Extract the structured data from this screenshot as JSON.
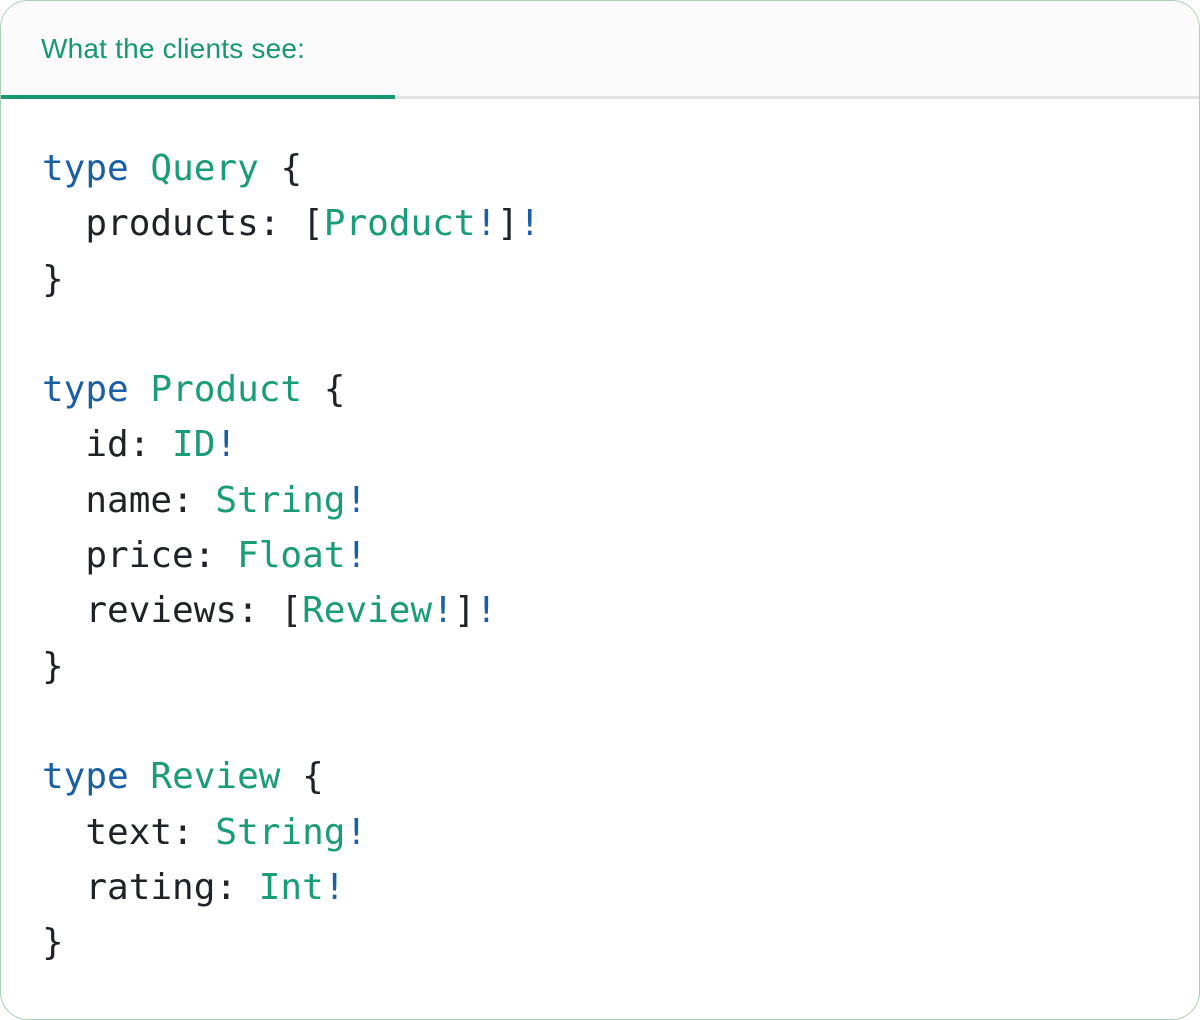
{
  "colors": {
    "accent": "#169873",
    "keyword": "#1a5fa5",
    "type": "#199c77",
    "bang": "#1a5fa5",
    "text": "#1f2328",
    "header_bg": "#fbfbfb",
    "divider": "#e3e3e3",
    "card_border": "#a9cfb4"
  },
  "tab": {
    "label": "What the clients see:"
  },
  "code": {
    "lines": [
      [
        [
          "kw",
          "type"
        ],
        [
          "plain",
          " "
        ],
        [
          "type",
          "Query"
        ],
        [
          "plain",
          " {"
        ]
      ],
      [
        [
          "plain",
          "  products: ["
        ],
        [
          "type",
          "Product"
        ],
        [
          "bang",
          "!"
        ],
        [
          "plain",
          "]"
        ],
        [
          "bang",
          "!"
        ]
      ],
      [
        [
          "plain",
          "}"
        ]
      ],
      [],
      [
        [
          "kw",
          "type"
        ],
        [
          "plain",
          " "
        ],
        [
          "type",
          "Product"
        ],
        [
          "plain",
          " {"
        ]
      ],
      [
        [
          "plain",
          "  id: "
        ],
        [
          "type",
          "ID"
        ],
        [
          "bang",
          "!"
        ]
      ],
      [
        [
          "plain",
          "  name: "
        ],
        [
          "type",
          "String"
        ],
        [
          "bang",
          "!"
        ]
      ],
      [
        [
          "plain",
          "  price: "
        ],
        [
          "type",
          "Float"
        ],
        [
          "bang",
          "!"
        ]
      ],
      [
        [
          "plain",
          "  reviews: ["
        ],
        [
          "type",
          "Review"
        ],
        [
          "bang",
          "!"
        ],
        [
          "plain",
          "]"
        ],
        [
          "bang",
          "!"
        ]
      ],
      [
        [
          "plain",
          "}"
        ]
      ],
      [],
      [
        [
          "kw",
          "type"
        ],
        [
          "plain",
          " "
        ],
        [
          "type",
          "Review"
        ],
        [
          "plain",
          " {"
        ]
      ],
      [
        [
          "plain",
          "  text: "
        ],
        [
          "type",
          "String"
        ],
        [
          "bang",
          "!"
        ]
      ],
      [
        [
          "plain",
          "  rating: "
        ],
        [
          "type",
          "Int"
        ],
        [
          "bang",
          "!"
        ]
      ],
      [
        [
          "plain",
          "}"
        ]
      ]
    ]
  }
}
